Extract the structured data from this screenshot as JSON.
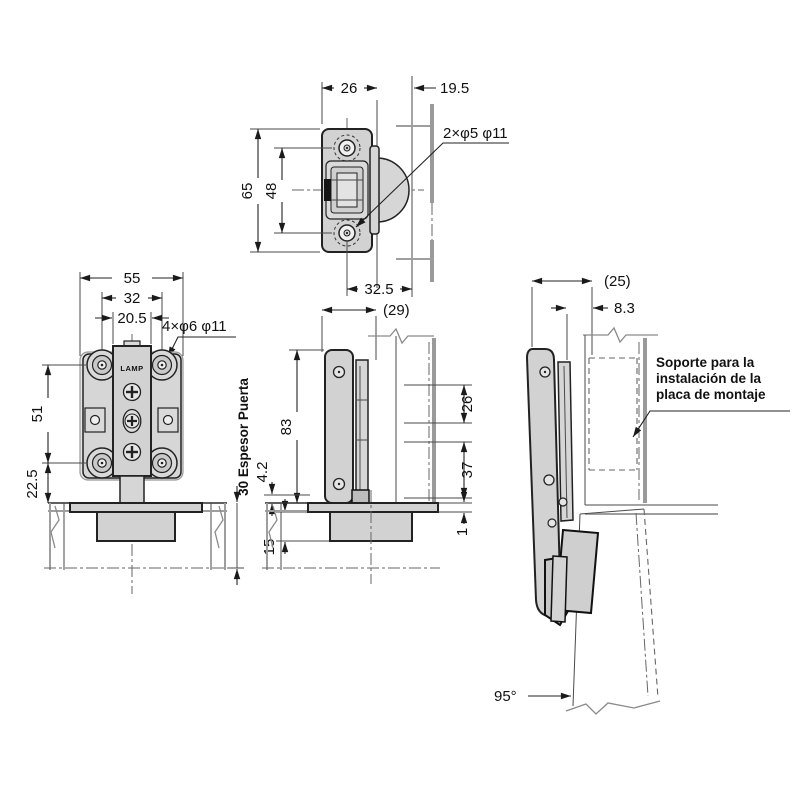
{
  "drawing": {
    "background": "#ffffff",
    "line_color": "#1a1a1a",
    "metal_fill": "#d2d2d2",
    "views": {
      "top": {
        "dim_plate_to_panel": "26",
        "dim_offset": "19.5",
        "dim_height_outer": "65",
        "dim_hole_spacing": "48",
        "dim_bottom": "32.5",
        "label_holes": "2×φ5 φ11"
      },
      "front": {
        "dim_width_outer": "55",
        "dim_hole_spacing_h": "32",
        "dim_column_width": "20.5",
        "dim_hole_spacing_v": "51",
        "dim_bottom_offset": "22.5",
        "label_holes": "4×φ6 φ11",
        "label_brand": "LAMP",
        "label_door_thickness": "30 Espesor Puerta"
      },
      "side_closed": {
        "dim_depth": "(29)",
        "dim_height": "83",
        "dim_gap": "4.2",
        "dim_cup_depth": "15",
        "dim_plate_upper": "26",
        "dim_plate_lower": "37",
        "dim_flange": "1"
      },
      "side_open": {
        "dim_depth": "(25)",
        "dim_offset": "8.3",
        "dim_opening_angle": "95°",
        "note_line1": "Soporte para la",
        "note_line2": "instalación de la",
        "note_line3": "placa de montaje"
      }
    }
  }
}
